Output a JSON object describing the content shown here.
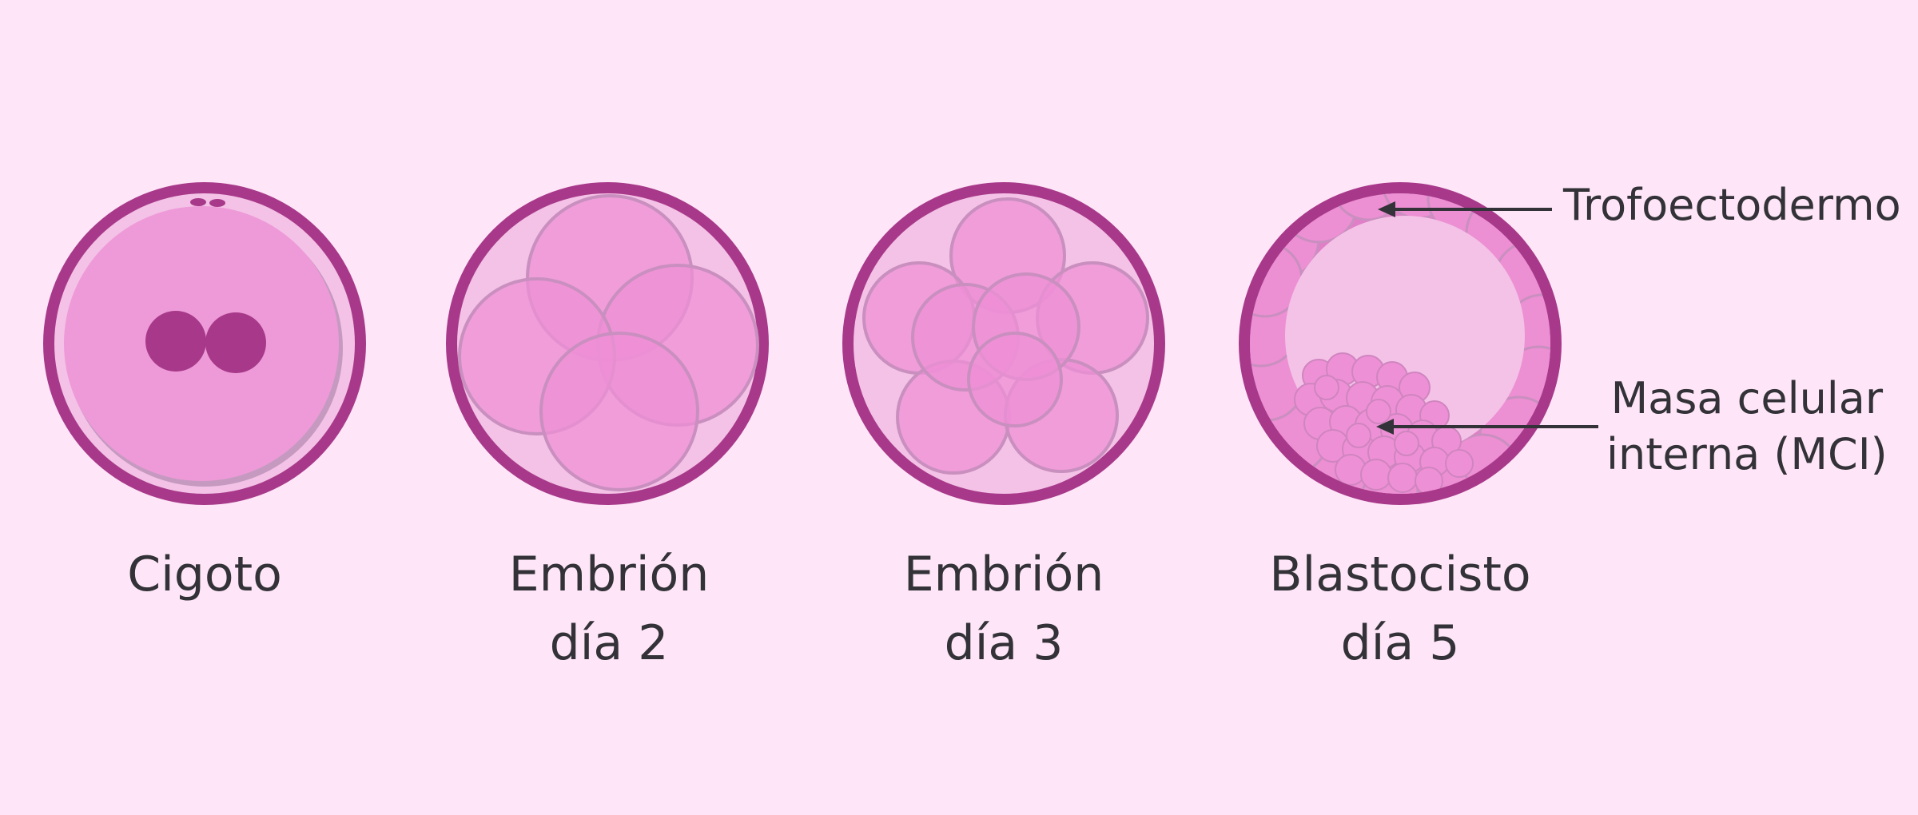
{
  "stages": [
    {
      "line1": "Cigoto",
      "line2": ""
    },
    {
      "line1": "Embrión",
      "line2": "día 2"
    },
    {
      "line1": "Embrión",
      "line2": "día 3"
    },
    {
      "line1": "Blastocisto",
      "line2": "día 5"
    }
  ],
  "callouts": {
    "trophectoderm": "Trofoectodermo",
    "icm_line1": "Masa celular",
    "icm_line2": "interna (MCI)"
  },
  "colors": {
    "background": "#fee6f8",
    "zona": "#a8398a",
    "inner": "#f4c2e6",
    "cell": "#ee8fd5",
    "cell_edge": "#c98fbf",
    "text": "#333238"
  }
}
